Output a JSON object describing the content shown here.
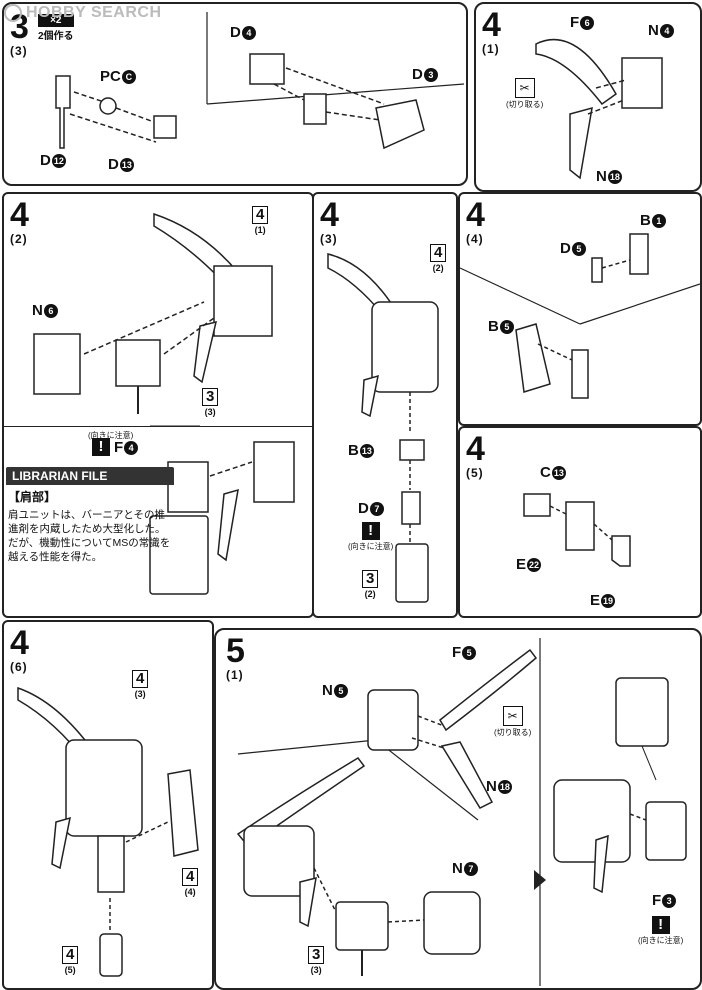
{
  "watermark": {
    "text": "HOBBY SEARCH"
  },
  "panels": {
    "p3_3": {
      "step": "3",
      "sub": "(3)",
      "note_top": "×2",
      "note_bottom": "2個作る",
      "labels": [
        "PC",
        "D",
        "D",
        "D",
        "D"
      ],
      "codes": {
        "pc": "C",
        "d12": "12",
        "d13": "13",
        "d4": "4",
        "d3": "3"
      }
    },
    "p4_1": {
      "step": "4",
      "sub": "(1)",
      "cut_text": "(切り取る)",
      "labels": {
        "f": "F",
        "f_c": "6",
        "n4": "N",
        "n4_c": "4",
        "n18": "N",
        "n18_c": "18"
      }
    },
    "p4_2": {
      "step": "4",
      "sub": "(2)",
      "ref_a": {
        "n": "4",
        "s": "(1)"
      },
      "ref_b": {
        "n": "3",
        "s": "(3)"
      },
      "n6": "N",
      "n6_c": "6",
      "f4": "F",
      "f4_c": "4",
      "warn_text": "(向きに注意)"
    },
    "p4_3": {
      "step": "4",
      "sub": "(3)",
      "ref_a": {
        "n": "4",
        "s": "(2)"
      },
      "ref_b": {
        "n": "3",
        "s": "(2)"
      },
      "b13": "B",
      "b13_c": "13",
      "d7": "D",
      "d7_c": "7",
      "warn_text": "(向きに注意)"
    },
    "p4_4": {
      "step": "4",
      "sub": "(4)",
      "b1": "B",
      "b1_c": "1",
      "d5": "D",
      "d5_c": "5",
      "b5": "B",
      "b5_c": "5"
    },
    "p4_5": {
      "step": "4",
      "sub": "(5)",
      "c13": "C",
      "c13_c": "13",
      "e22": "E",
      "e22_c": "22",
      "e19": "E",
      "e19_c": "19"
    },
    "p4_6": {
      "step": "4",
      "sub": "(6)",
      "ref_a": {
        "n": "4",
        "s": "(3)"
      },
      "ref_b": {
        "n": "4",
        "s": "(4)"
      },
      "ref_c": {
        "n": "4",
        "s": "(5)"
      }
    },
    "p5_1": {
      "step": "5",
      "sub": "(1)",
      "n5": "N",
      "n5_c": "5",
      "f5": "F",
      "f5_c": "5",
      "n18": "N",
      "n18_c": "18",
      "n7": "N",
      "n7_c": "7",
      "f3": "F",
      "f3_c": "3",
      "cut_text": "(切り取る)",
      "warn_text": "(向きに注意)",
      "ref": {
        "n": "3",
        "s": "(3)"
      }
    }
  },
  "librarian": {
    "head": "LIBRARIAN FILE",
    "title": "【肩部】",
    "text": "肩ユニットは、バーニアとその推進剤を内蔵したため大型化した。だが、機動性についてMSの常識を越える性能を得た。"
  }
}
